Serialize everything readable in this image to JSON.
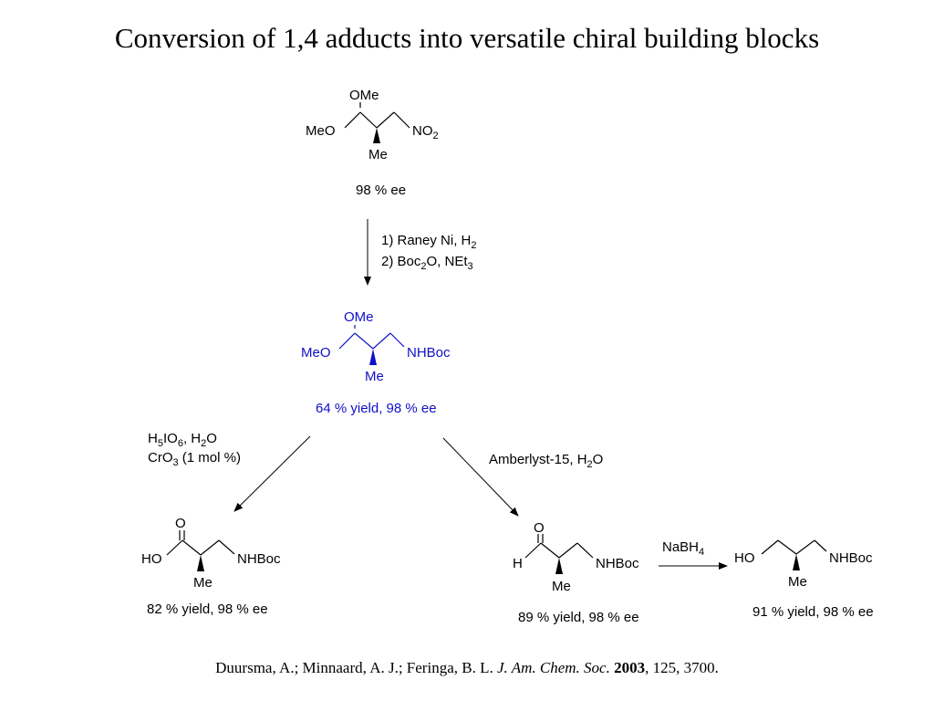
{
  "title": "Conversion of 1,4 adducts into versatile chiral building blocks",
  "colors": {
    "text": "#000000",
    "highlight": "#1010c8"
  },
  "citation": {
    "authors": "Duursma, A.; Minnaard, A. J.; Feringa, B. L.",
    "journal": "J. Am. Chem. Soc.",
    "year": "2003",
    "rest": ", 125, 3700."
  },
  "scheme": {
    "start": {
      "labels": {
        "ome": "OMe",
        "meo": "MeO",
        "no2": "NO",
        "no2_sub": "2",
        "me": "Me"
      },
      "result": "98 % ee"
    },
    "step1": {
      "line1": "1) Raney Ni, H",
      "line1_sub": "2",
      "line2_a": "2) Boc",
      "line2_sub": "2",
      "line2_b": "O, NEt",
      "line2_sub2": "3"
    },
    "intermediate": {
      "labels": {
        "ome": "OMe",
        "meo": "MeO",
        "nhboc": "NHBoc",
        "me": "Me"
      },
      "result": "64 % yield, 98 % ee"
    },
    "left_conditions": {
      "l1_a": "H",
      "l1_s1": "5",
      "l1_b": "IO",
      "l1_s2": "6",
      "l1_c": ", H",
      "l1_s3": "2",
      "l1_d": "O",
      "l2_a": "CrO",
      "l2_s1": "3",
      "l2_b": " (1 mol %)"
    },
    "acid": {
      "labels": {
        "o": "O",
        "ho": "HO",
        "nhboc": "NHBoc",
        "me": "Me"
      },
      "result": "82 % yield, 98 % ee"
    },
    "right_conditions": {
      "a": "Amberlyst-15, H",
      "s1": "2",
      "b": "O"
    },
    "aldehyde": {
      "labels": {
        "o": "O",
        "h": "H",
        "nhboc": "NHBoc",
        "me": "Me"
      },
      "result": "89 % yield, 98 % ee"
    },
    "reduction": {
      "a": "NaBH",
      "s1": "4"
    },
    "alcohol": {
      "labels": {
        "ho": "HO",
        "nhboc": "NHBoc",
        "me": "Me"
      },
      "result": "91 % yield, 98 % ee"
    }
  }
}
